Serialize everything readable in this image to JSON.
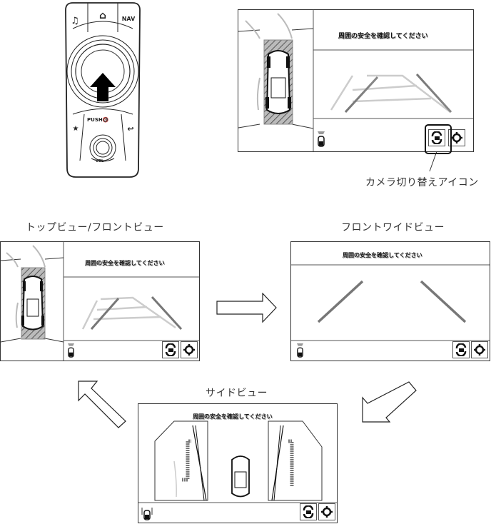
{
  "commander": {
    "buttons": {
      "music": "♫",
      "home": "⌂",
      "nav": "NAV",
      "favorite": "★",
      "back": "↩",
      "push_mute": "PUSH",
      "volume": "VOL"
    }
  },
  "screen_message": "周囲の安全を確認してください",
  "callout_label": "カメラ切り替えアイコン",
  "views": [
    {
      "id": "top-front",
      "caption": "トップビュー/フロントビュー"
    },
    {
      "id": "front-wide",
      "caption": "フロントワイドビュー"
    },
    {
      "id": "side",
      "caption": "サイドビュー"
    }
  ],
  "icons": {
    "camera_switch": "camera-switch-icon",
    "settings": "gear-icon",
    "car_indicator": "car-indicator-icon"
  }
}
